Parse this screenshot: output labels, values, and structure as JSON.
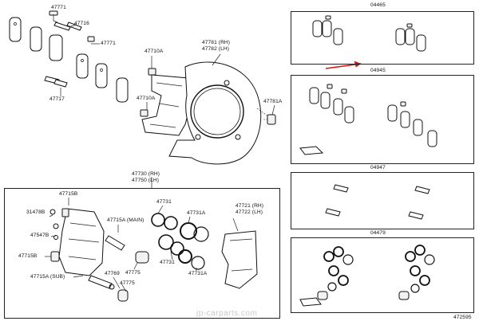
{
  "labels": {
    "main_top": [
      "47771",
      "47716",
      "47771",
      "47717"
    ],
    "main_mid": [
      "47710A",
      "47710A",
      "47781 (RH)",
      "47782 (LH)",
      "47781A"
    ],
    "main_lower_header": [
      "47730 (RH)",
      "47750 (LH)"
    ],
    "main_lower": [
      "47715B",
      "31478B",
      "47547B",
      "47715B",
      "47715A (MAIN)",
      "47715A (SUB)",
      "47769",
      "47775",
      "47775",
      "47731",
      "47731A",
      "47731",
      "47731A",
      "47721 (RH)",
      "47722 (LH)"
    ],
    "kits": [
      "04465",
      "04945",
      "04947",
      "04479"
    ],
    "footer_code": "472595",
    "watermark": "jp-carparts.com"
  },
  "colors": {
    "line": "#222222",
    "arrow": "#e01010",
    "watermark": "#c9c9c9",
    "background": "#ffffff"
  }
}
